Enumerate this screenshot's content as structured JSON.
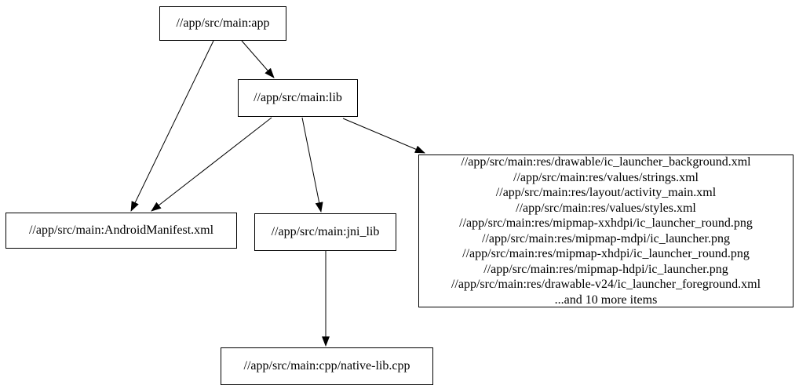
{
  "graph": {
    "type": "directed-dependency-graph",
    "colors": {
      "background": "#ffffff",
      "node_border": "#000000",
      "node_fill": "#ffffff",
      "edge": "#000000",
      "text": "#000000"
    },
    "nodes": {
      "app": {
        "label": "//app/src/main:app"
      },
      "lib": {
        "label": "//app/src/main:lib"
      },
      "manifest": {
        "label": "//app/src/main:AndroidManifest.xml"
      },
      "jni_lib": {
        "label": "//app/src/main:jni_lib"
      },
      "native_lib": {
        "label": "//app/src/main:cpp/native-lib.cpp"
      },
      "resources": {
        "lines": [
          "//app/src/main:res/drawable/ic_launcher_background.xml",
          "//app/src/main:res/values/strings.xml",
          "//app/src/main:res/layout/activity_main.xml",
          "//app/src/main:res/values/styles.xml",
          "//app/src/main:res/mipmap-xxhdpi/ic_launcher_round.png",
          "//app/src/main:res/mipmap-mdpi/ic_launcher.png",
          "//app/src/main:res/mipmap-xhdpi/ic_launcher_round.png",
          "//app/src/main:res/mipmap-hdpi/ic_launcher.png",
          "//app/src/main:res/drawable-v24/ic_launcher_foreground.xml",
          "...and 10 more items"
        ]
      }
    },
    "edges": [
      {
        "from": "//app/src/main:app",
        "to": "//app/src/main:lib"
      },
      {
        "from": "//app/src/main:app",
        "to": "//app/src/main:AndroidManifest.xml"
      },
      {
        "from": "//app/src/main:lib",
        "to": "//app/src/main:AndroidManifest.xml"
      },
      {
        "from": "//app/src/main:lib",
        "to": "//app/src/main:jni_lib"
      },
      {
        "from": "//app/src/main:lib",
        "to": "//app/src/main:res (resource group)"
      },
      {
        "from": "//app/src/main:jni_lib",
        "to": "//app/src/main:cpp/native-lib.cpp"
      }
    ]
  }
}
